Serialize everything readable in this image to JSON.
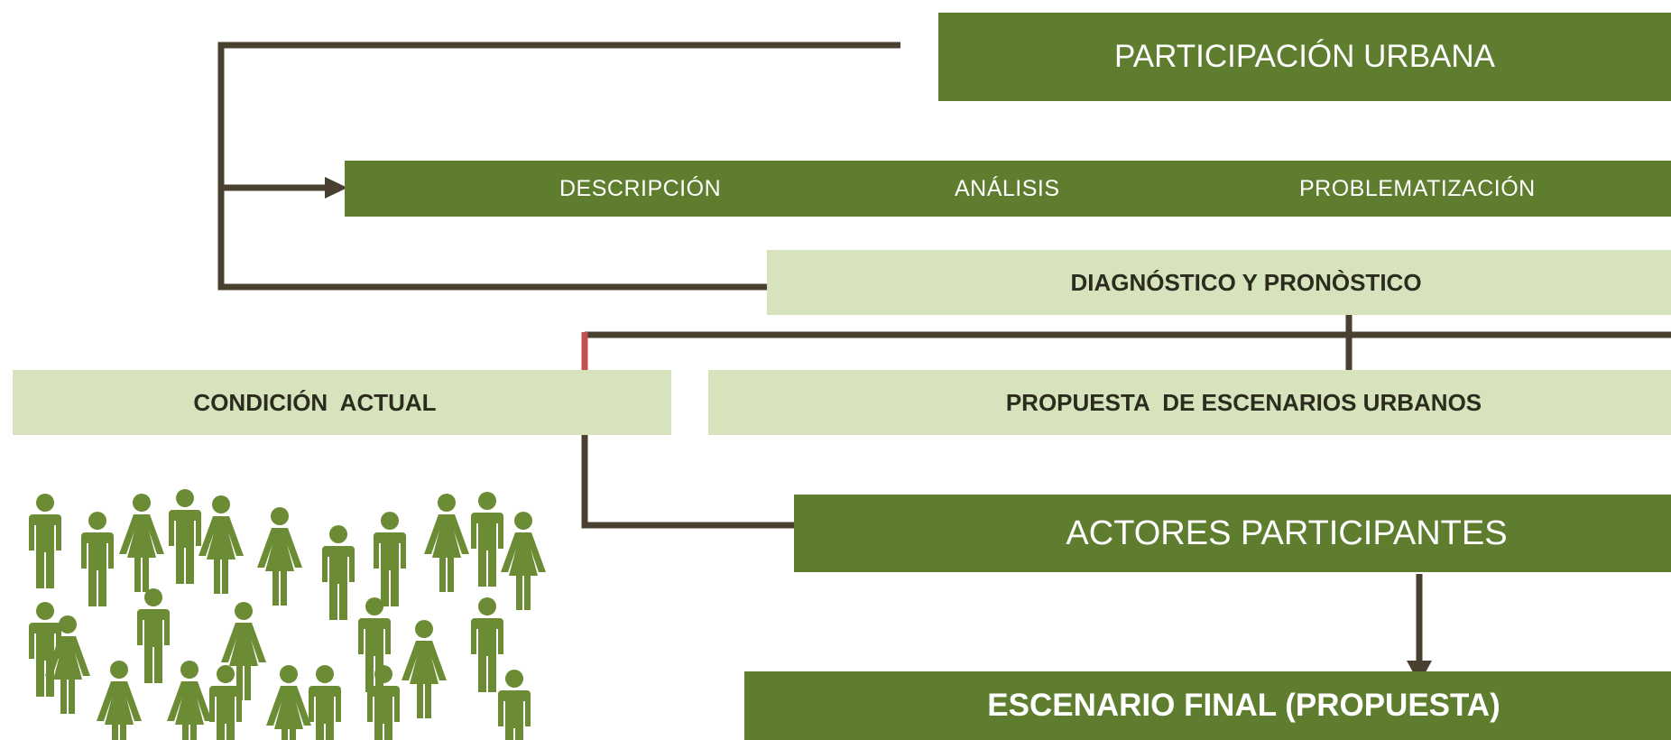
{
  "diagram": {
    "participacion": "PARTICIPACIÓN URBANA",
    "stages": {
      "descripcion": "DESCRIPCIÓN",
      "analisis": "ANÁLISIS",
      "problematizacion": "PROBLEMATIZACIÓN"
    },
    "diagnostico": "DIAGNÓSTICO Y PRONÒSTICO",
    "condicion_actual": "CONDICIÓN  ACTUAL",
    "propuesta": "PROPUESTA  DE ESCENARIOS URBANOS",
    "actores": "ACTORES PARTICIPANTES",
    "escenario_final": "ESCENARIO FINAL (PROPUESTA)"
  },
  "colors": {
    "dark_green": "#5f7d2e",
    "light_green": "#d6e3bd",
    "connector": "#4a4030",
    "accent_red": "#c0504d",
    "people": "#6b8c34"
  },
  "icons": [
    "people-crowd-icon"
  ]
}
